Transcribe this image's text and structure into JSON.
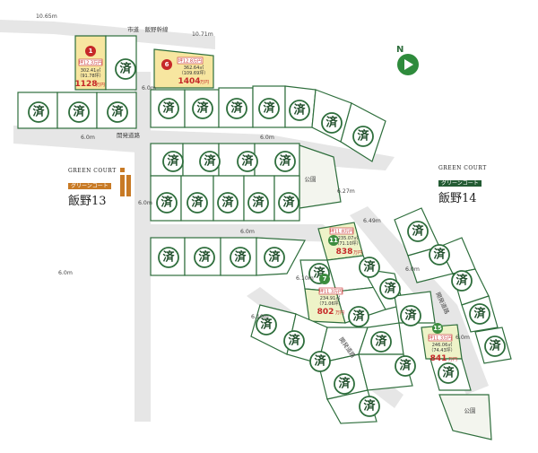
{
  "compass": {
    "letter": "N"
  },
  "roads": {
    "city_road": "市道　飯野幹線",
    "dev_road_upper": "開発道路",
    "dev_road_mid": "開発道路",
    "dev_road_right": "開発道路"
  },
  "dimensions": {
    "d1": "10.65m",
    "d2": "10.71m",
    "d3": "6.0m",
    "d4": "6.0m",
    "d5": "6.0m",
    "d6": "6.0m",
    "d7": "6.27m",
    "d8": "6.0m",
    "d9": "6.0m",
    "d10": "6.49m",
    "d11": "6.10m",
    "d12": "6.10m",
    "d13": "6.0m",
    "d14": "6.0m"
  },
  "parks": {
    "park1": "公園",
    "park2": "公園"
  },
  "brands": {
    "gc13": {
      "en": "GREEN COURT",
      "jp": "グリーンコート",
      "name": "飯野13"
    },
    "gc14": {
      "en": "GREEN COURT",
      "jp": "グリーンコート",
      "name": "飯野14"
    }
  },
  "sold_label": "済",
  "available_lots": [
    {
      "number": "1",
      "tag": "坪12.3万円",
      "area": "302.41㎡",
      "tsubo": "（91.78坪）",
      "price": "1128",
      "unit": "万円",
      "color": "#c62828"
    },
    {
      "number": "6",
      "tag": "坪12.8万円",
      "area": "362.64㎡",
      "tsubo": "（109.69坪）",
      "price": "1404",
      "unit": "万円",
      "color": "#c62828"
    },
    {
      "number": "11",
      "tag": "坪11.8万円",
      "area": "235.07㎡",
      "tsubo": "（71.10坪）",
      "price": "838",
      "unit": "万円",
      "color": "#3c8d3f"
    },
    {
      "number": "7",
      "tag": "坪11.3万円",
      "area": "234.91㎡",
      "tsubo": "（71.06坪）",
      "price": "802",
      "unit": "万円",
      "color": "#3c8d3f"
    },
    {
      "number": "15",
      "tag": "坪11.3万円",
      "area": "246.06㎡",
      "tsubo": "（74.43坪）",
      "price": "841",
      "unit": "万円",
      "color": "#3c8d3f"
    }
  ]
}
